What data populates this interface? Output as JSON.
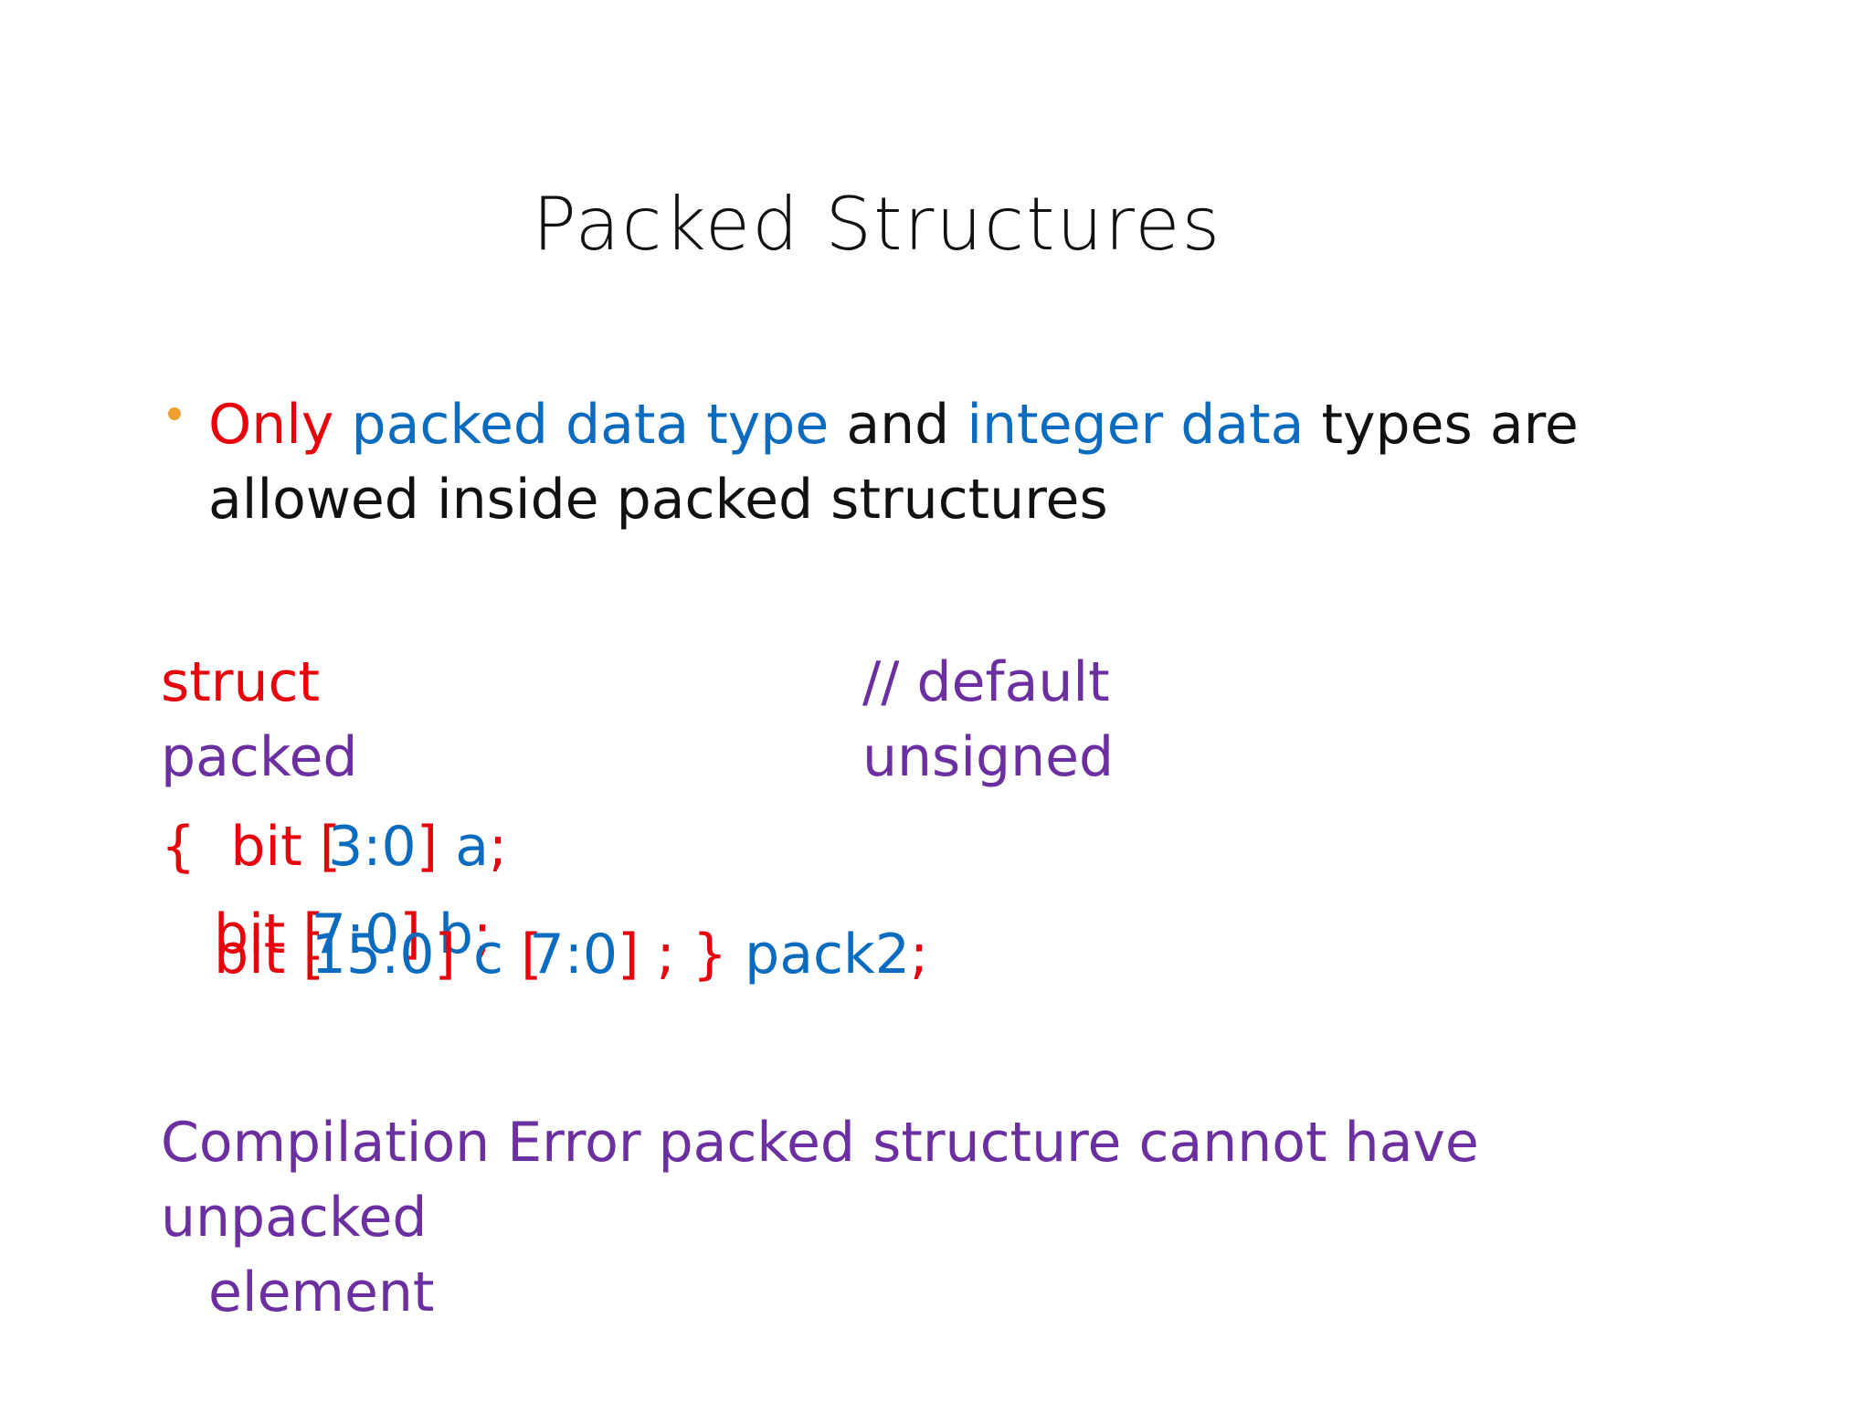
{
  "slide": {
    "title": "Packed Structures"
  },
  "colors": {
    "red": "#e8000b",
    "blue": "#0b6cbf",
    "purple": "#6b2fa0",
    "black": "#111111",
    "bullet": "#f0a030"
  },
  "bullet_point": {
    "only": "Only",
    "packed_data_type": "packed data type",
    "and": "and",
    "integer_data": "integer data",
    "rest": "types are allowed inside packed structures"
  },
  "code": {
    "struct_kw": "struct",
    "packed_kw": "packed",
    "comment_line1": "// default",
    "comment_line2": "unsigned",
    "line_a": {
      "brace": "{",
      "kw": "bit",
      "range_open": "[",
      "range": "3:0",
      "range_close": "]",
      "name": "a",
      "semi": ";"
    },
    "line_b": {
      "kw": "bit",
      "range_open": "[",
      "range": "7:0",
      "range_close": "]",
      "name": "b",
      "semi": ";"
    },
    "line_c": {
      "kw": "bit",
      "range_open": "[",
      "range": "15:0",
      "range_close": "]",
      "name": "c",
      "unpacked_open": "[",
      "unpacked_range": "7:0",
      "unpacked_close": "]",
      "semi": ";",
      "brace": "}",
      "struct_name": "pack2",
      "final_semi": ";"
    }
  },
  "error": {
    "line1": "Compilation Error packed structure cannot have",
    "line2": "unpacked",
    "line3": "element"
  }
}
